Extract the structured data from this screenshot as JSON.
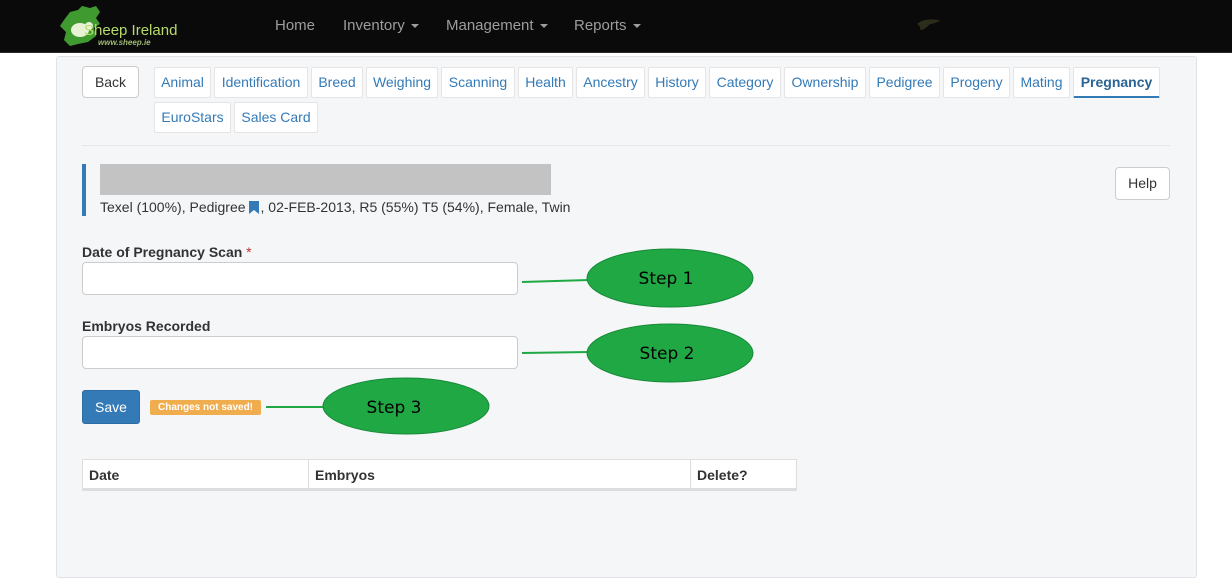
{
  "navbar": {
    "brand": "Sheep Ireland",
    "brand_url": "www.sheep.ie",
    "items": [
      {
        "label": "Home"
      },
      {
        "label": "Inventory"
      },
      {
        "label": "Management"
      },
      {
        "label": "Reports"
      }
    ],
    "background": "#0a0a0a",
    "brand_color": "#2e8b2e"
  },
  "actions": {
    "back_label": "Back",
    "help_label": "Help"
  },
  "tabs": [
    {
      "label": "Animal"
    },
    {
      "label": "Identification"
    },
    {
      "label": "Breed"
    },
    {
      "label": "Weighing"
    },
    {
      "label": "Scanning"
    },
    {
      "label": "Health"
    },
    {
      "label": "Ancestry"
    },
    {
      "label": "History"
    },
    {
      "label": "Category"
    },
    {
      "label": "Ownership"
    },
    {
      "label": "Pedigree"
    },
    {
      "label": "Progeny"
    },
    {
      "label": "Mating"
    },
    {
      "label": "Pregnancy",
      "active": true
    },
    {
      "label": "EuroStars"
    },
    {
      "label": "Sales Card"
    }
  ],
  "animal": {
    "info_before_icon": "Texel (100%), Pedigree",
    "info_after_icon": ", 02-FEB-2013, R5 (55%) T5 (54%), Female, Twin",
    "icon": "bookmark-icon"
  },
  "form": {
    "date_label": "Date of Pregnancy Scan",
    "required_marker": "*",
    "date_value": "",
    "embryos_label": "Embryos Recorded",
    "embryos_value": "",
    "save_label": "Save",
    "unsaved_badge": "Changes not saved!"
  },
  "table": {
    "headers": [
      "Date",
      "Embryos",
      "Delete?"
    ],
    "rows": []
  },
  "annotations": {
    "steps": [
      "Step 1",
      "Step 2",
      "Step 3"
    ],
    "callout_color": "#20a845"
  },
  "colors": {
    "primary": "#337ab7",
    "warning": "#f0ad4e",
    "panel_bg": "#f4f6f8"
  }
}
